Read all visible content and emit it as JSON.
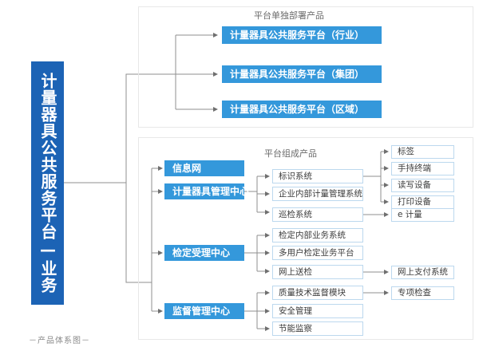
{
  "diagram": {
    "caption": "－产品体系图－",
    "main_title": "计量器具公共服务平台—业务",
    "colors": {
      "brand_dark_blue": "#1c63b5",
      "node_blue": "#3498db",
      "node_border": "#bcd8ee",
      "panel_border": "#e8e8e8",
      "connector": "#8f8f8f",
      "title_text": "#6b6b6b"
    },
    "panels": [
      {
        "id": "top",
        "title": "平台单独部署产品"
      },
      {
        "id": "bottom",
        "title": "平台组成产品"
      }
    ],
    "top_nodes": [
      {
        "label": "计量器具公共服务平台（行业）"
      },
      {
        "label": "计量器具公共服务平台（集团）"
      },
      {
        "label": "计量器具公共服务平台（区域）"
      }
    ],
    "centers": [
      {
        "label": "信息网"
      },
      {
        "label": "计量器具管理中心"
      },
      {
        "label": "检定受理中心"
      },
      {
        "label": "监督管理中心"
      }
    ],
    "systems": [
      {
        "label": "标识系统"
      },
      {
        "label": "企业内部计量管理系统"
      },
      {
        "label": "巡检系统"
      },
      {
        "label": "检定内部业务系统"
      },
      {
        "label": "多用户检定业务平台"
      },
      {
        "label": "网上送检"
      },
      {
        "label": "质量技术监督模块"
      },
      {
        "label": "安全管理"
      },
      {
        "label": "节能监察"
      }
    ],
    "devices": [
      {
        "label": "标签"
      },
      {
        "label": "手持终端"
      },
      {
        "label": "读写设备"
      },
      {
        "label": "打印设备"
      },
      {
        "label": "e 计量"
      },
      {
        "label": "网上支付系统"
      },
      {
        "label": "专项检查"
      }
    ]
  }
}
